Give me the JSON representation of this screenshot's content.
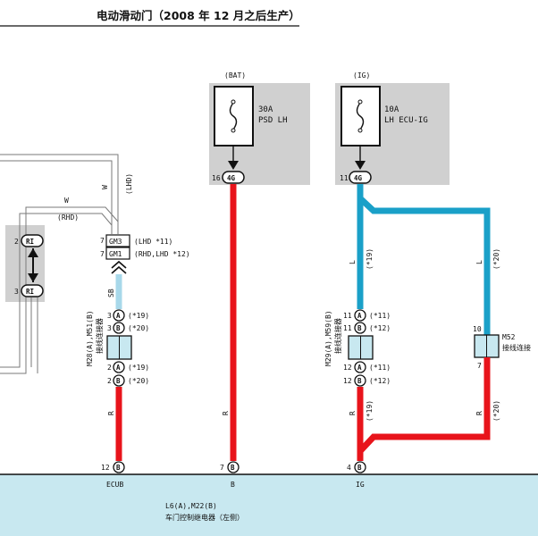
{
  "title": "电动滑动门（2008 年 12 月之后生产）",
  "colors": {
    "red_wire": "#e8141b",
    "blue_wire": "#1aa0c8",
    "light_blue_wire": "#a8d8ea",
    "fuse_box": "#d0d0d0",
    "ecu_panel": "#c8e8f0",
    "connector_fill": "#c8e8f0"
  },
  "fuse_bat": {
    "source": "(BAT)",
    "rating": "30A",
    "name": "PSD LH",
    "pin": "16",
    "connector": "4G"
  },
  "fuse_ig": {
    "source": "(IG)",
    "rating": "10A",
    "name": "LH ECU-IG",
    "pin": "11",
    "connector": "4G"
  },
  "left_relay": {
    "pin_top": "2",
    "pin_bottom": "3",
    "connector": "RI",
    "wire_w": "W",
    "wire_lhd": "(LHD)",
    "wire_rhd": "(RHD)",
    "wire_w2": "W"
  },
  "gm": {
    "pin1": "7",
    "conn1": "GM3",
    "note1": "(LHD *11)",
    "pin2": "7",
    "conn2": "GM1",
    "note2": "(RHD,LHD *12)",
    "wire_color": "SB"
  },
  "m28": {
    "label_line1": "M28(A),M51(B)",
    "label_line2": "接线连接器",
    "top_pins": [
      {
        "pin": "3",
        "conn": "A",
        "note": "(*19)"
      },
      {
        "pin": "3",
        "conn": "B",
        "note": "(*20)"
      }
    ],
    "bottom_pins": [
      {
        "pin": "2",
        "conn": "A",
        "note": "(*19)"
      },
      {
        "pin": "2",
        "conn": "B",
        "note": "(*20)"
      }
    ],
    "wire_color_out": "R"
  },
  "bat_wire_color": "R",
  "m29": {
    "label_line1": "M29(A),M59(B)",
    "label_line2": "接线连接器",
    "top_pins": [
      {
        "pin": "11",
        "conn": "A",
        "note": "(*11)"
      },
      {
        "pin": "11",
        "conn": "B",
        "note": "(*12)"
      }
    ],
    "bottom_pins": [
      {
        "pin": "12",
        "conn": "A",
        "note": "(*11)"
      },
      {
        "pin": "12",
        "conn": "B",
        "note": "(*12)"
      }
    ],
    "wire_color_in": "L",
    "wire_note_in": "(*19)",
    "wire_color_out": "R",
    "wire_note_out": "(*19)"
  },
  "m52": {
    "label_line1": "M52",
    "label_line2": "接线连接",
    "pin_top": "10",
    "pin_bottom": "7",
    "wire_color_in": "L",
    "wire_note_in": "(*20)",
    "wire_color_out": "R",
    "wire_note_out": "(*20)"
  },
  "ecu": {
    "terminals": [
      {
        "pin": "12",
        "conn": "B",
        "name": "ECUB"
      },
      {
        "pin": "7",
        "conn": "B",
        "name": "B"
      },
      {
        "pin": "4",
        "conn": "B",
        "name": "IG"
      }
    ],
    "label_line1": "L6(A),M22(B)",
    "label_line2": "车门控制继电器（左侧）"
  }
}
